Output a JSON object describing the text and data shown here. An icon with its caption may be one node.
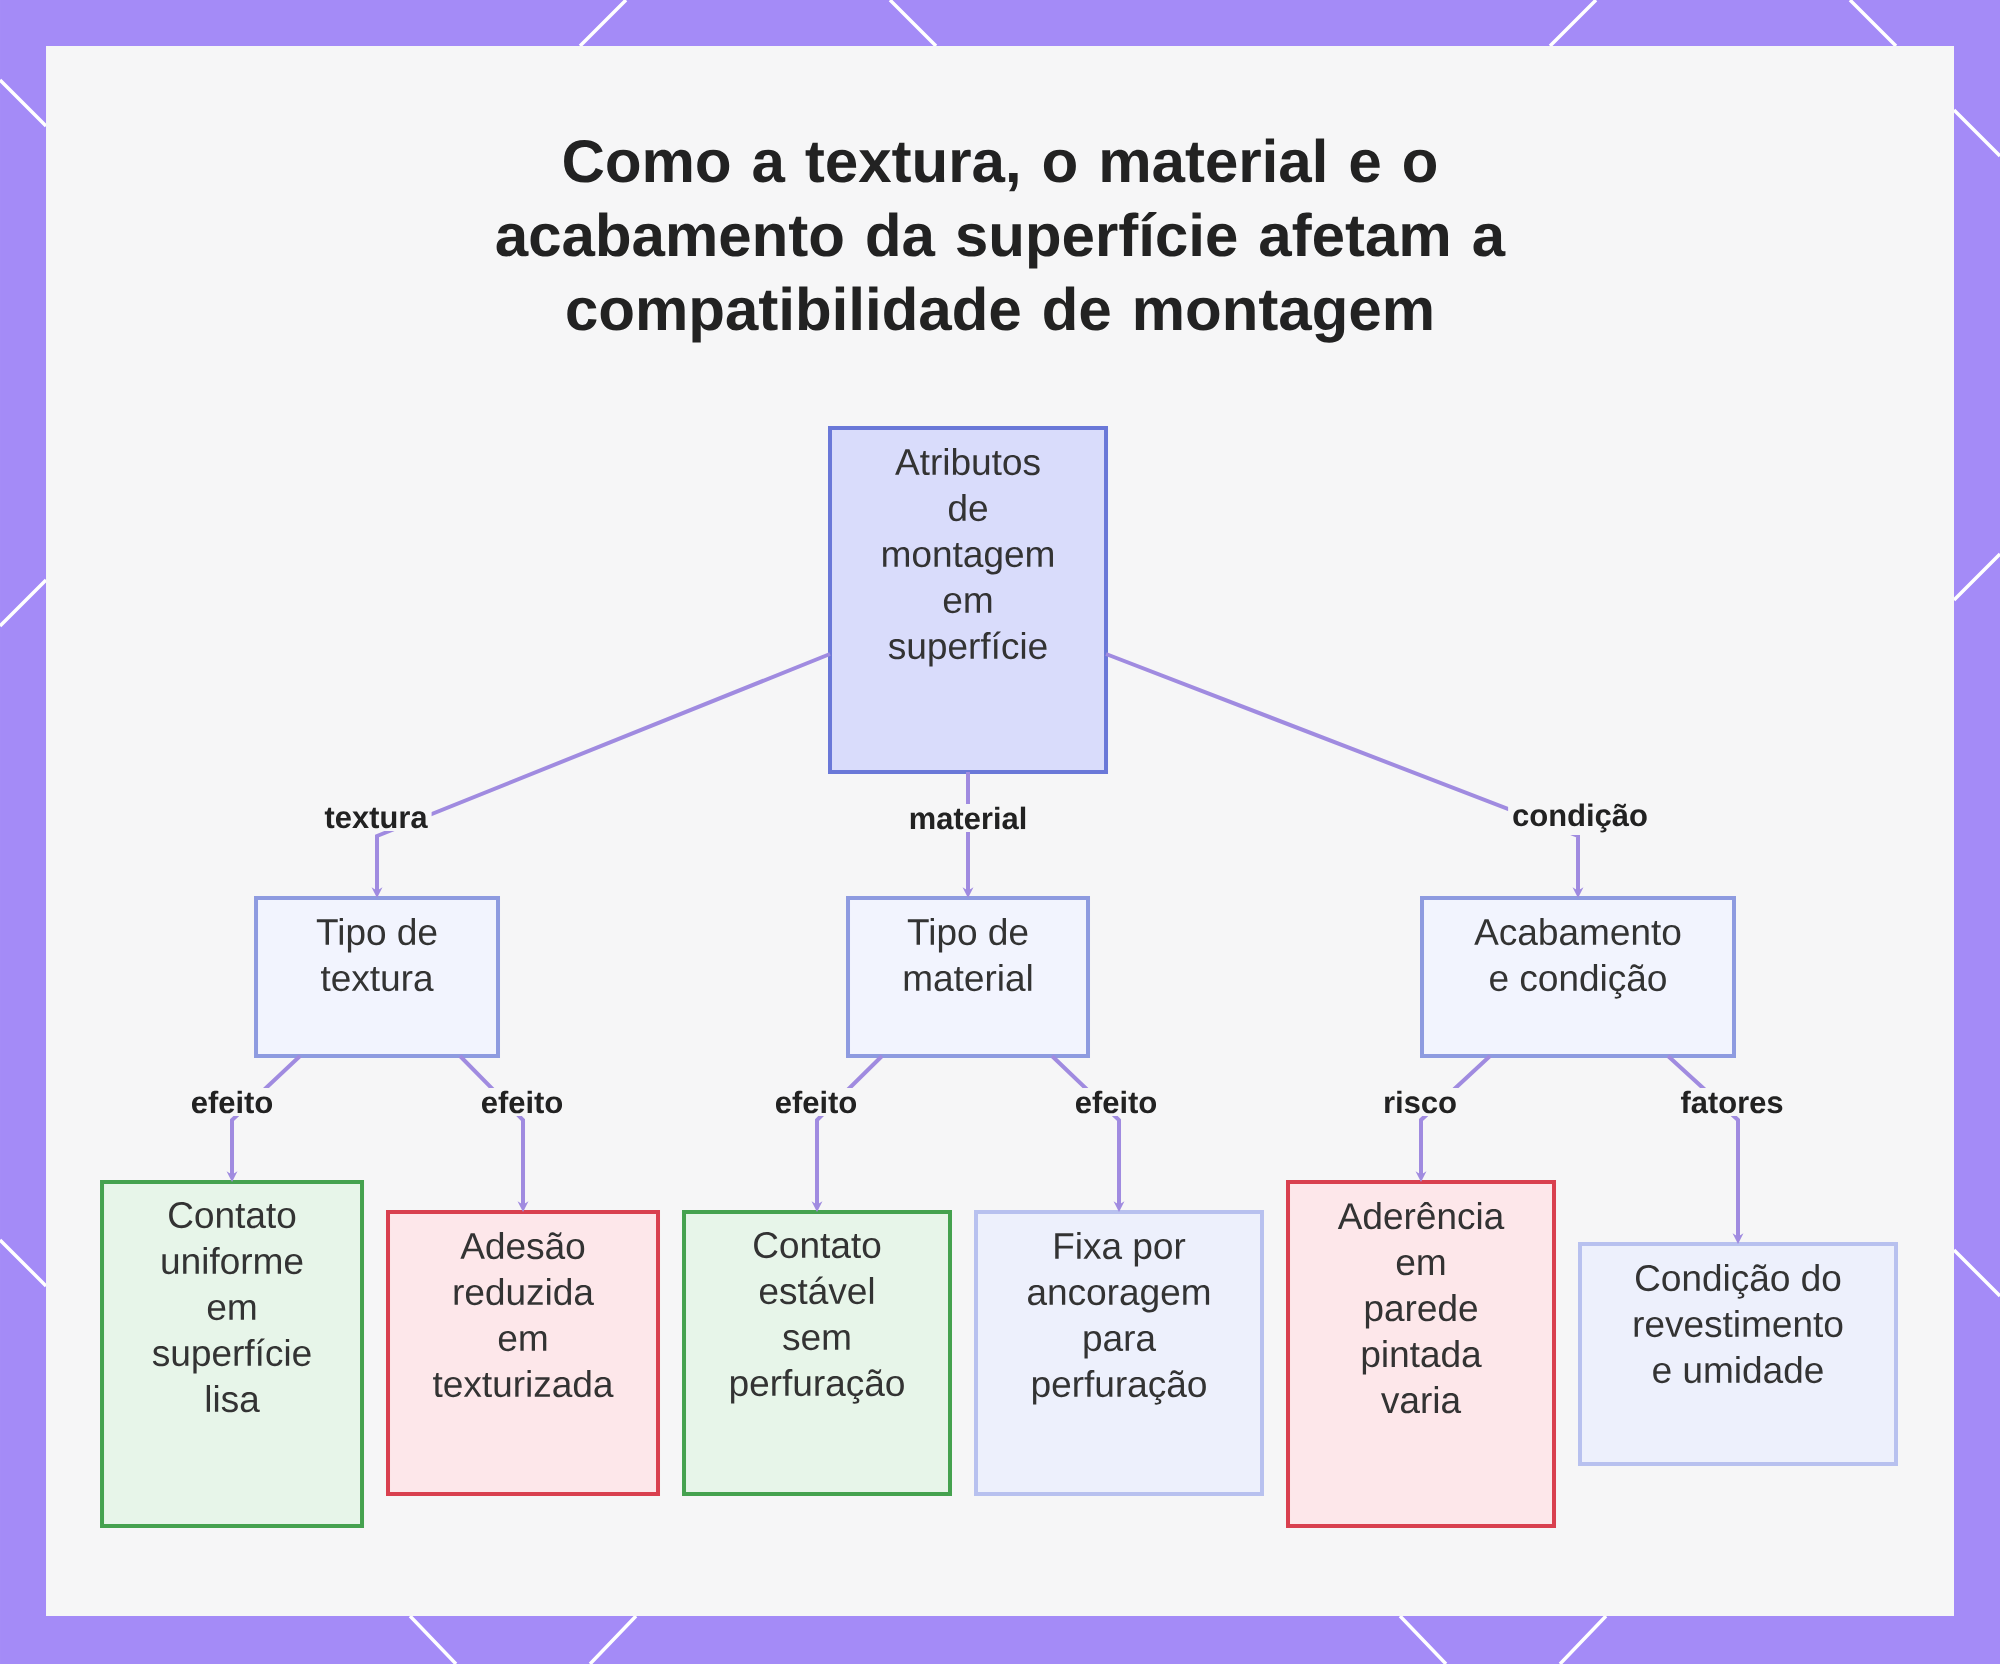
{
  "diagram": {
    "title": "Como a textura, o material e o acabamento da superfície afetam a compatibilidade de montagem",
    "nodes": [
      {
        "text": [
          "Atributos de montagem em superfície"
        ]
      },
      {
        "text": [
          "Tipo de textura"
        ]
      },
      {
        "text": [
          "Tipo de material"
        ]
      },
      {
        "text": [
          "Acabamento e condição"
        ]
      },
      {
        "text": [
          "Contato uniforme em superfície lisa"
        ]
      },
      {
        "text": [
          "Adesão reduzida em texturizada"
        ]
      },
      {
        "text": [
          "Contato estável sem perfuração"
        ]
      },
      {
        "text": [
          "Fixa por ancoragem para perfuração"
        ]
      },
      {
        "text": [
          "Aderência em parede pintada varia"
        ]
      },
      {
        "text": [
          "Condição do revestimento e umidade"
        ]
      }
    ],
    "edges": [
      {
        "from": 0,
        "to": 1,
        "arrow": "to",
        "label": "textura"
      },
      {
        "from": 0,
        "to": 2,
        "arrow": "to",
        "label": "material"
      },
      {
        "from": 0,
        "to": 3,
        "arrow": "to",
        "label": "condição"
      },
      {
        "from": 1,
        "to": 4,
        "arrow": "to",
        "label": "efeito"
      },
      {
        "from": 1,
        "to": 5,
        "arrow": "to",
        "label": "efeito"
      },
      {
        "from": 2,
        "to": 6,
        "arrow": "to",
        "label": "efeito"
      },
      {
        "from": 2,
        "to": 7,
        "arrow": "to",
        "label": "efeito"
      },
      {
        "from": 3,
        "to": 8,
        "arrow": "to",
        "label": "risco"
      },
      {
        "from": 3,
        "to": 9,
        "arrow": "to",
        "label": "fatores"
      }
    ]
  }
}
